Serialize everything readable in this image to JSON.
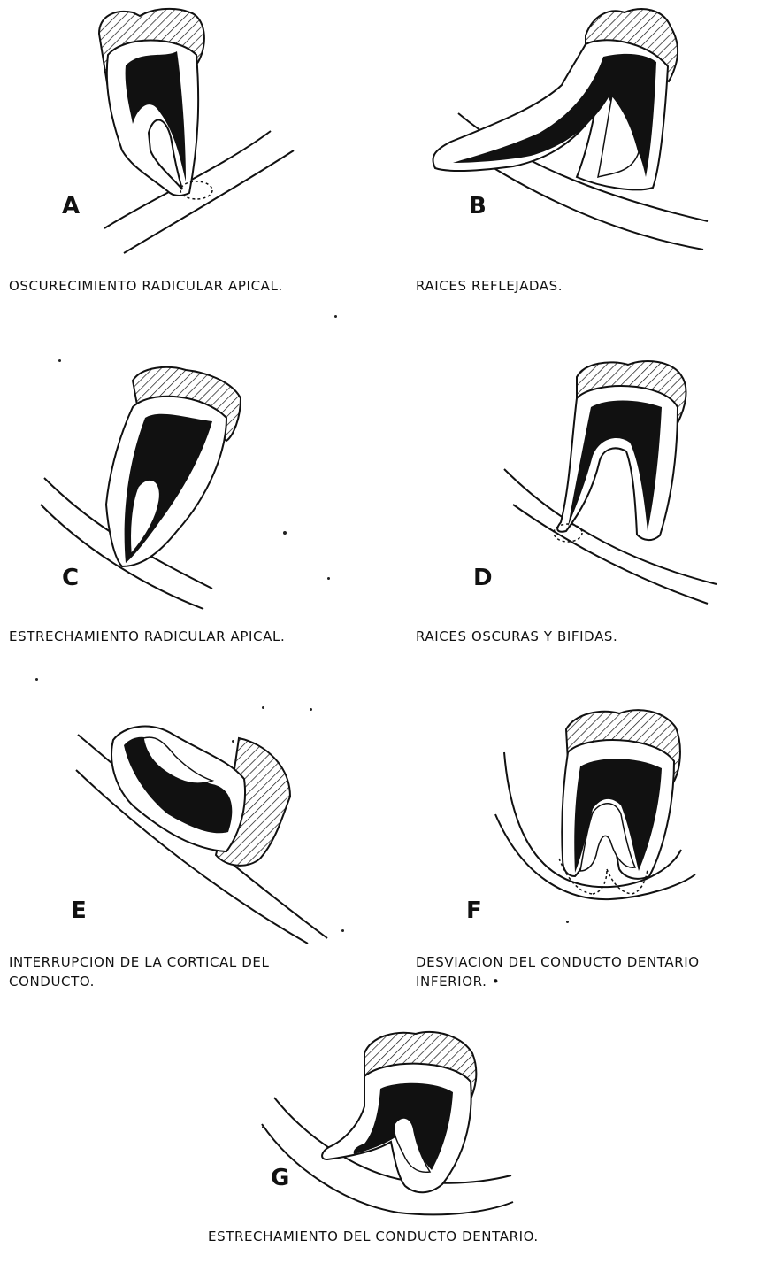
{
  "panels": [
    {
      "letter": "A",
      "caption": "OSCURECIMIENTO  RADICULAR APICAL."
    },
    {
      "letter": "B",
      "caption": "RAICES  REFLEJADAS."
    },
    {
      "letter": "C",
      "caption": "ESTRECHAMIENTO  RADICULAR  APICAL."
    },
    {
      "letter": "D",
      "caption": "RAICES  OSCURAS  Y  BIFIDAS."
    },
    {
      "letter": "E",
      "caption_line1": "INTERRUPCION  DE  LA  CORTICAL  DEL",
      "caption_line2": "CONDUCTO."
    },
    {
      "letter": "F",
      "caption_line1": "DESVIACION  DEL  CONDUCTO DENTARIO",
      "caption_line2": "INFERIOR. •"
    },
    {
      "letter": "G",
      "caption": "ESTRECHAMIENTO DEL  CONDUCTO  DENTARIO."
    }
  ]
}
